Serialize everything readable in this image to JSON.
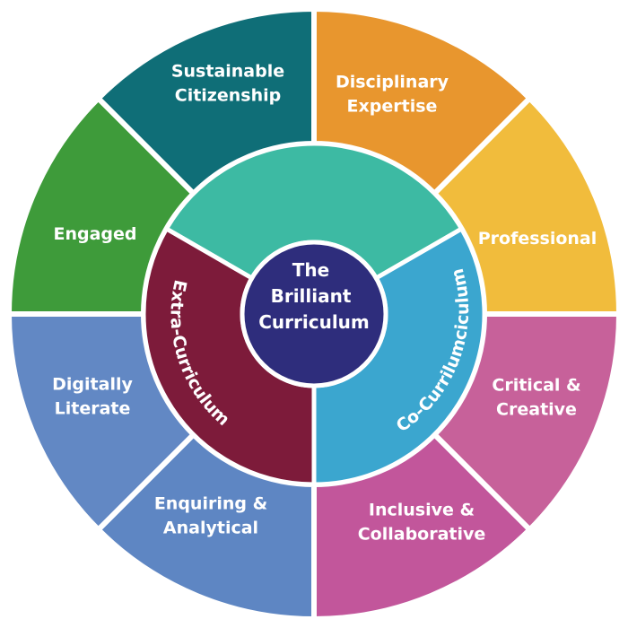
{
  "outer_segments": [
    {
      "label_lines": [
        "Disciplinary",
        "Expertise"
      ],
      "color": "#E8962E"
    },
    {
      "label_lines": [
        "Professional"
      ],
      "color": "#F1BC3C"
    },
    {
      "label_lines": [
        "Critical &",
        "Creative"
      ],
      "color": "#C7619A"
    },
    {
      "label_lines": [
        "Inclusive &",
        "Collaborative"
      ],
      "color": "#C2569B"
    },
    {
      "label_lines": [
        "Enquiring &",
        "Analytical"
      ],
      "color": "#5E86C3"
    },
    {
      "label_lines": [
        "Digitally",
        "Literate"
      ],
      "color": "#6288C4"
    },
    {
      "label_lines": [
        "Engaged"
      ],
      "color": "#3E9B3A"
    },
    {
      "label_lines": [
        "Sustainable",
        "Citizenship"
      ],
      "color": "#0F6E77"
    }
  ],
  "middle_ring": {
    "top_color": "#3DBAA3",
    "left": {
      "label": "Extra-Curriculum",
      "color": "#7D1B3A"
    },
    "right": {
      "label": "Co-Currilumciculum",
      "color": "#3BA6CF"
    }
  },
  "center": {
    "label_lines": [
      "The",
      "Brilliant",
      "Curriculum"
    ],
    "color": "#2E2D7C"
  }
}
